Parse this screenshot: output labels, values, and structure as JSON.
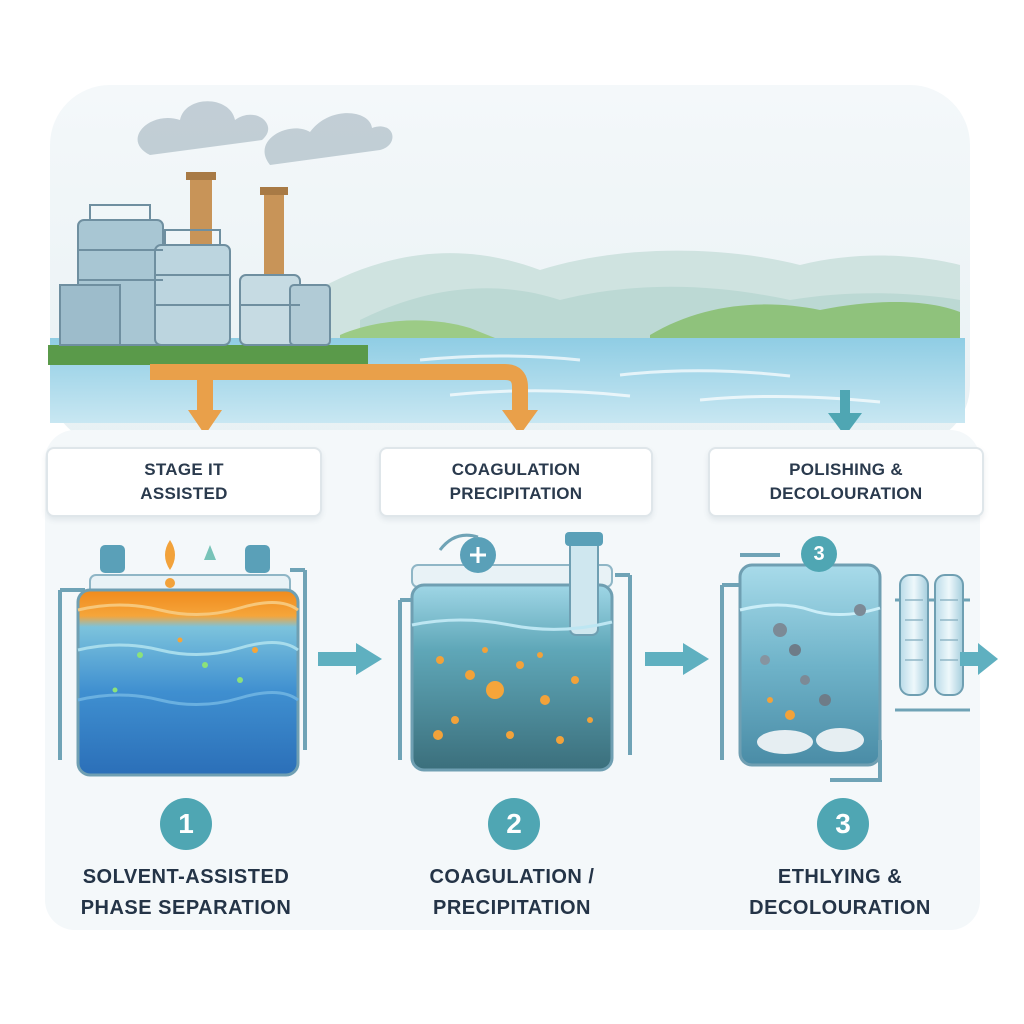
{
  "stage_headers": [
    {
      "line1": "STAGE IT",
      "line2": "ASSISTED"
    },
    {
      "line1": "COAGULATION",
      "line2": "PRECIPITATION"
    },
    {
      "line1": "POLISHING &",
      "line2": "DECOLOURATION"
    }
  ],
  "tank_badge": "3",
  "steps": [
    {
      "number": "1",
      "line1": "SOLVENT-ASSISTED",
      "line2": "PHASE SEPARATION"
    },
    {
      "number": "2",
      "line1": "COAGULATION /",
      "line2": "PRECIPITATION"
    },
    {
      "number": "3",
      "line1": "ETHLYING &",
      "line2": "DECOLOURATION"
    }
  ],
  "colors": {
    "accent_teal": "#4fa6b3",
    "pipe_orange": "#e9a04a",
    "water_blue": "#7cc3dc",
    "text_dark": "#243447"
  }
}
